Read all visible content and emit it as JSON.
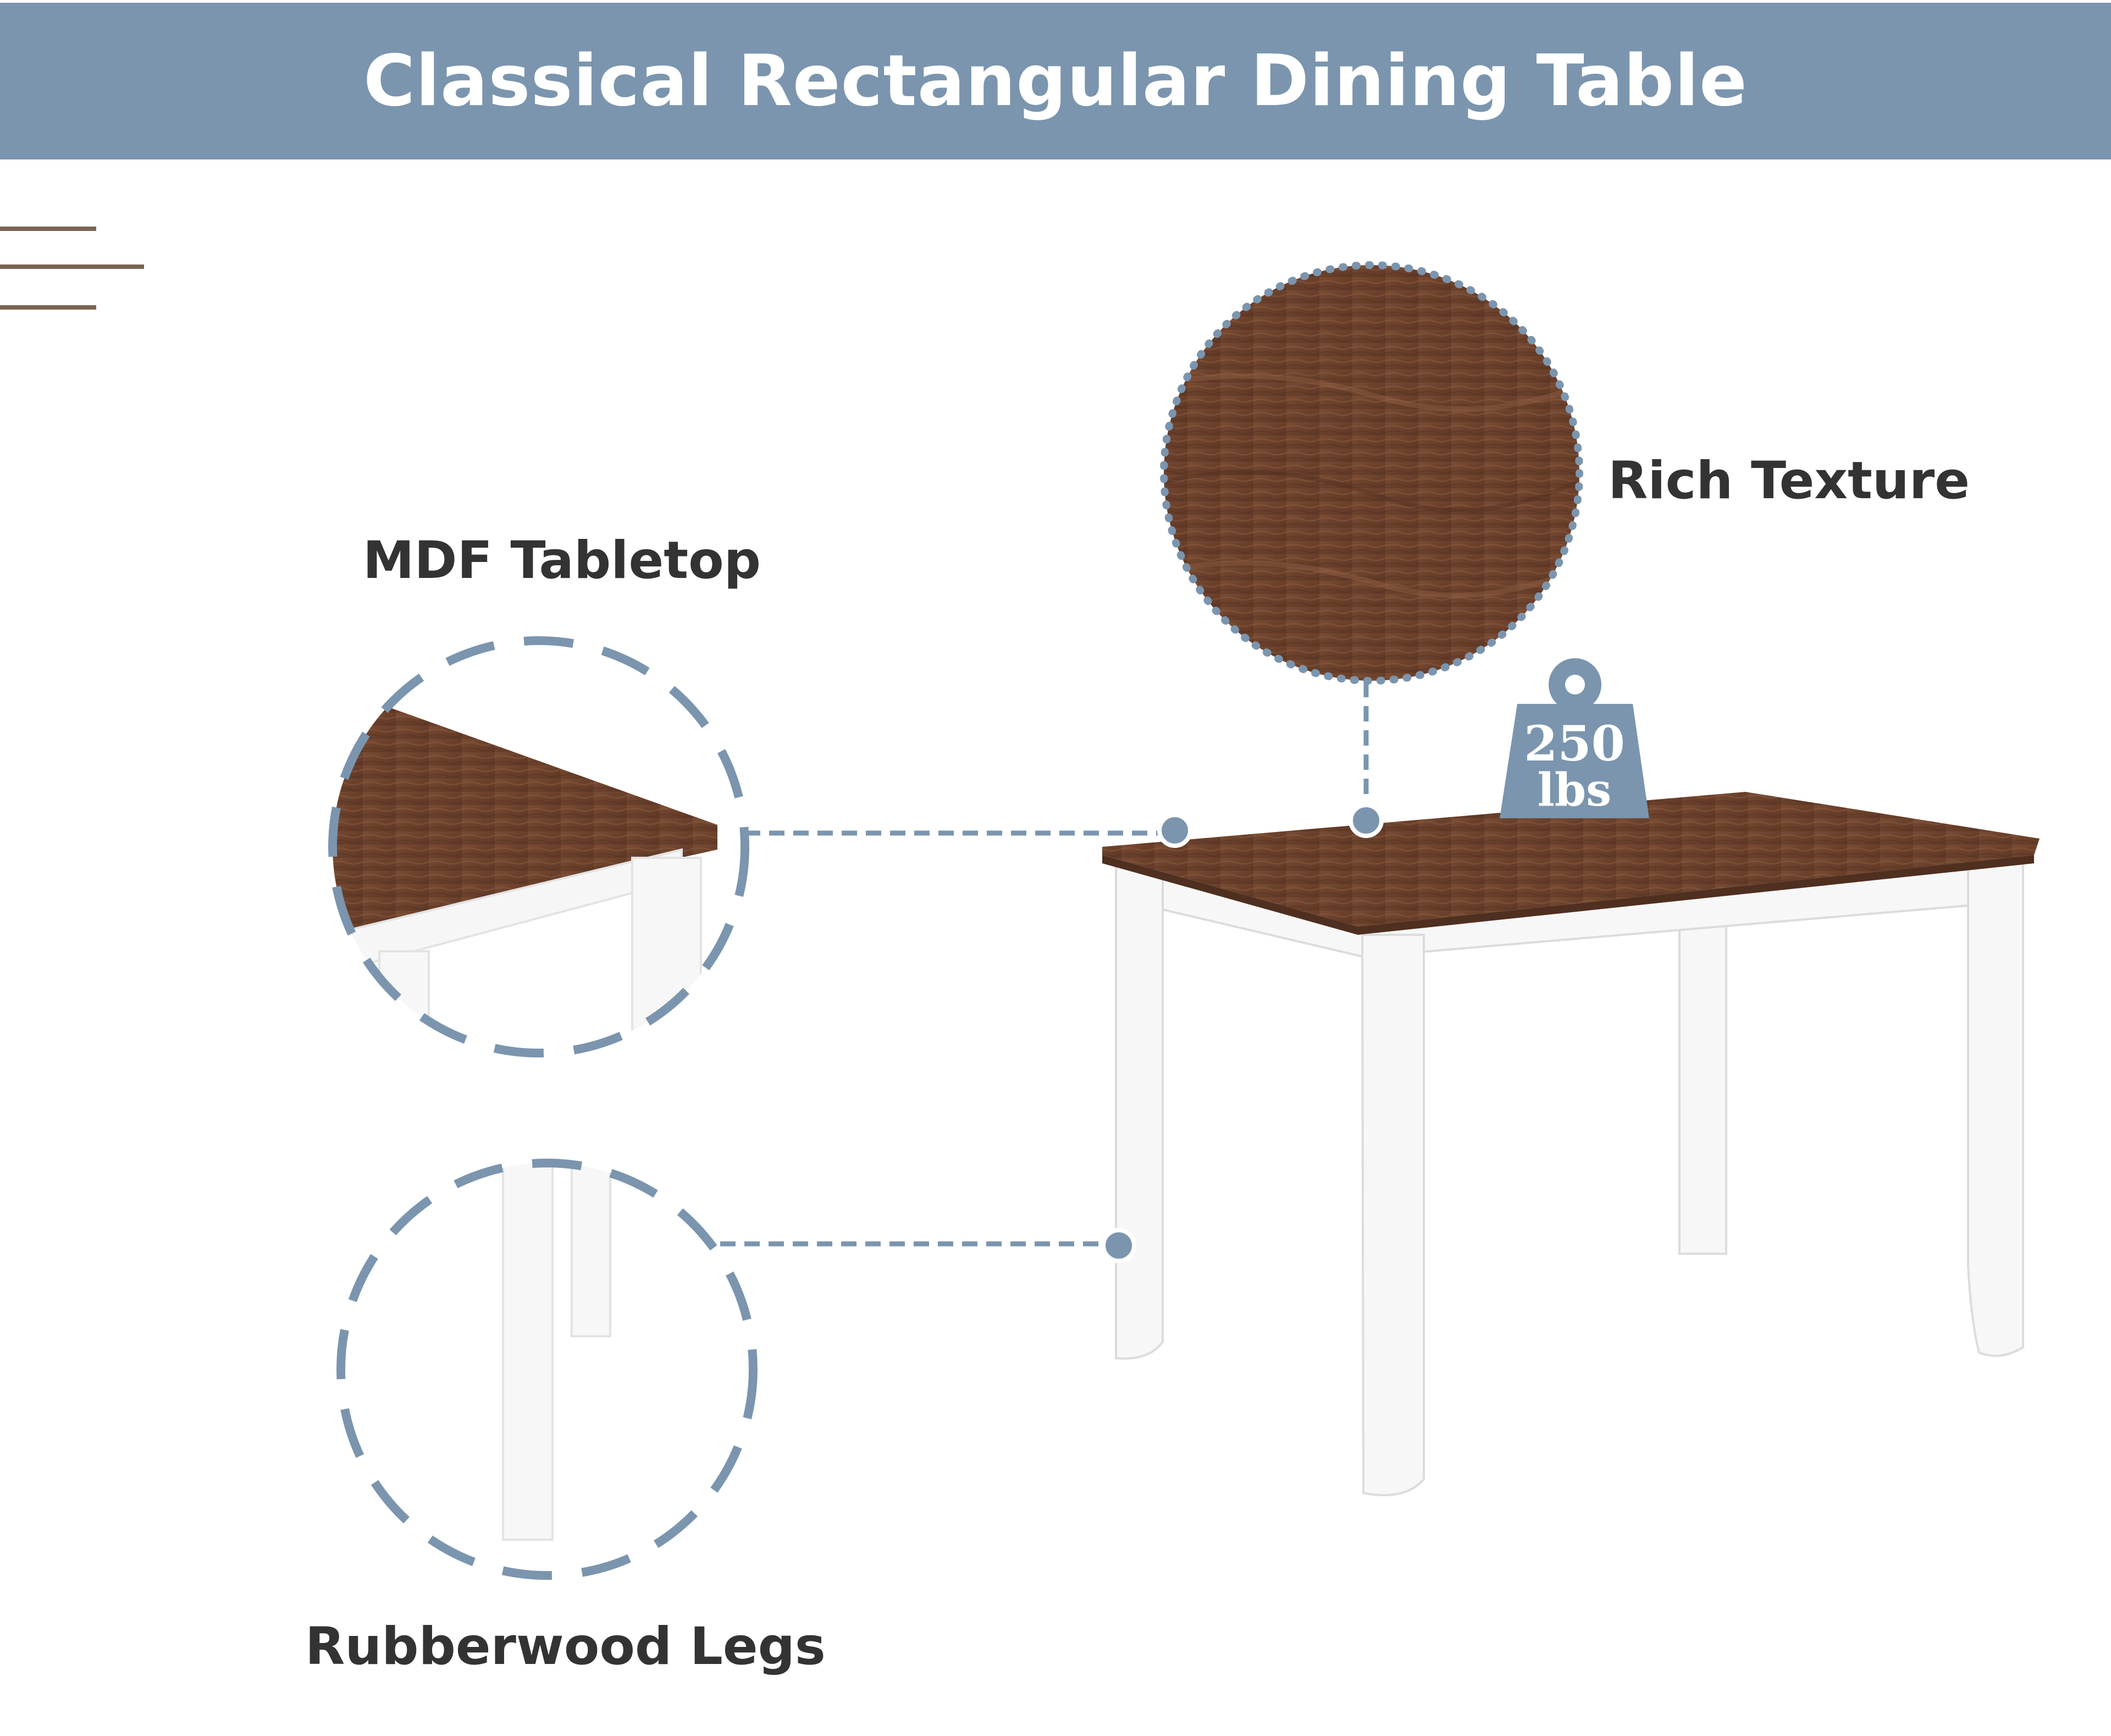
{
  "header": {
    "title": "Classical Rectangular Dining Table"
  },
  "features": {
    "tabletop": "MDF Tabletop",
    "texture": "Rich Texture",
    "legs": "Rubberwood Legs"
  },
  "weight_badge": {
    "value": "250",
    "unit": "lbs",
    "icon": "weight-icon"
  },
  "colors": {
    "header_bg": "#7b95ae",
    "accent": "#7b95ae",
    "wood": "#6e4530",
    "leg_white": "#f7f7f7",
    "label_text": "#333333",
    "deco_lines": "#7a6352"
  }
}
